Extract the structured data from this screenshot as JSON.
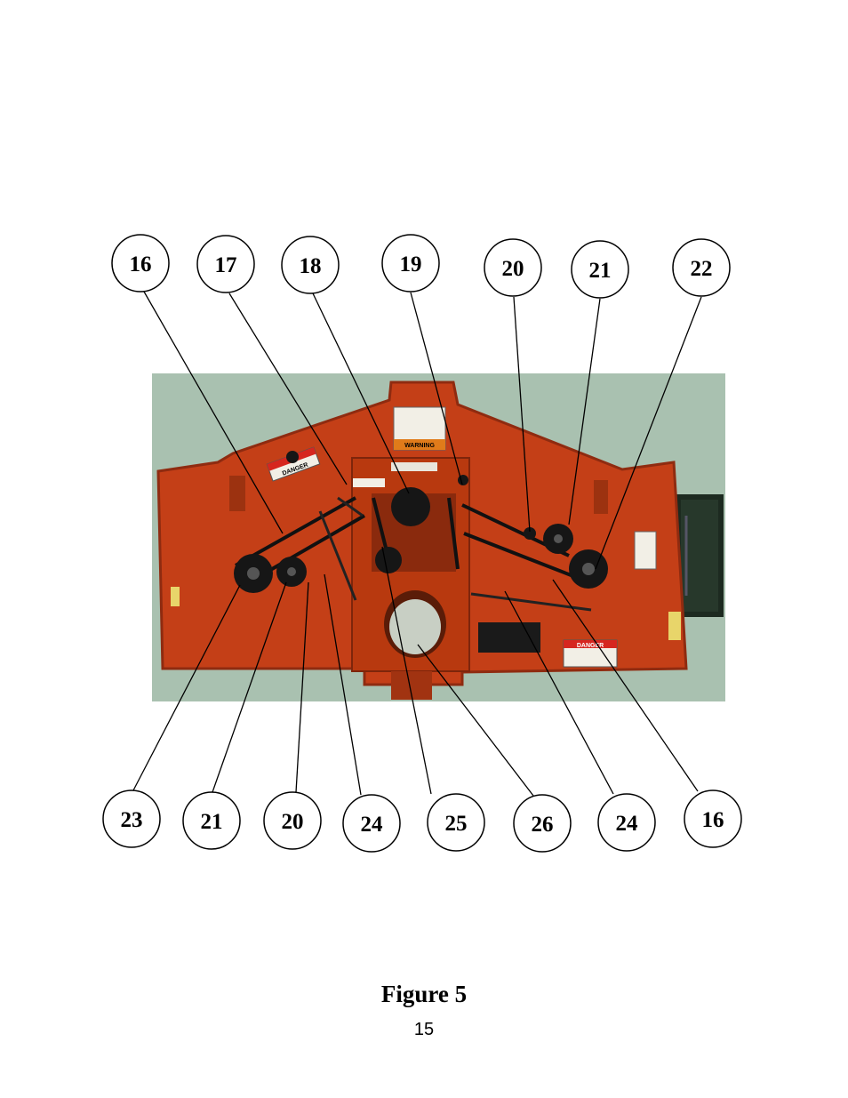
{
  "figure": {
    "caption": "Figure 5",
    "callouts_top": [
      "16",
      "17",
      "18",
      "19",
      "20",
      "21",
      "22"
    ],
    "callouts_bottom": [
      "23",
      "21",
      "20",
      "24",
      "25",
      "26",
      "24",
      "16"
    ],
    "decals": {
      "danger": "DANGER",
      "warning": "WARNING"
    },
    "colors": {
      "background": "#a9c1b0",
      "deck": "#c43f17",
      "deck_shadow": "#8f2b10",
      "pulley": "#161616"
    }
  },
  "page": {
    "number": "15"
  }
}
